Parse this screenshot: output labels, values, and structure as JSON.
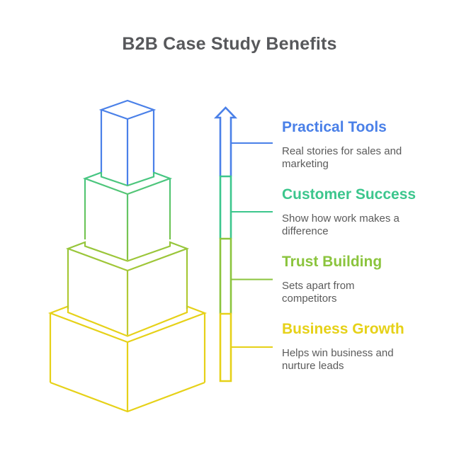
{
  "title": "B2B Case Study Benefits",
  "colors": {
    "blue": "#4A80E8",
    "green": "#3CC68D",
    "olive": "#8BC43D",
    "olive_deep": "#C9CC2E",
    "yellow": "#E6D118",
    "title_text": "#57585B",
    "body_text": "#5B5B5B",
    "background": "#FFFFFF"
  },
  "sections": [
    {
      "label": "Practical Tools",
      "color": "blue",
      "lines": [
        "Real stories for sales and",
        "marketing"
      ]
    },
    {
      "label": "Customer Success",
      "color": "green",
      "lines": [
        "Show how work makes a",
        "difference"
      ]
    },
    {
      "label": "Trust Building",
      "color": "olive",
      "lines": [
        "Sets apart from",
        "competitors"
      ]
    },
    {
      "label": "Business Growth",
      "color": "yellow",
      "lines": [
        "Helps win business and",
        "nurture leads"
      ]
    }
  ],
  "diagram": {
    "type": "stacked-isometric-boxes-with-upward-arrow",
    "levels_bottom_to_top": [
      "Business Growth",
      "Trust Building",
      "Customer Success",
      "Practical Tools"
    ],
    "arrow_direction": "up"
  }
}
